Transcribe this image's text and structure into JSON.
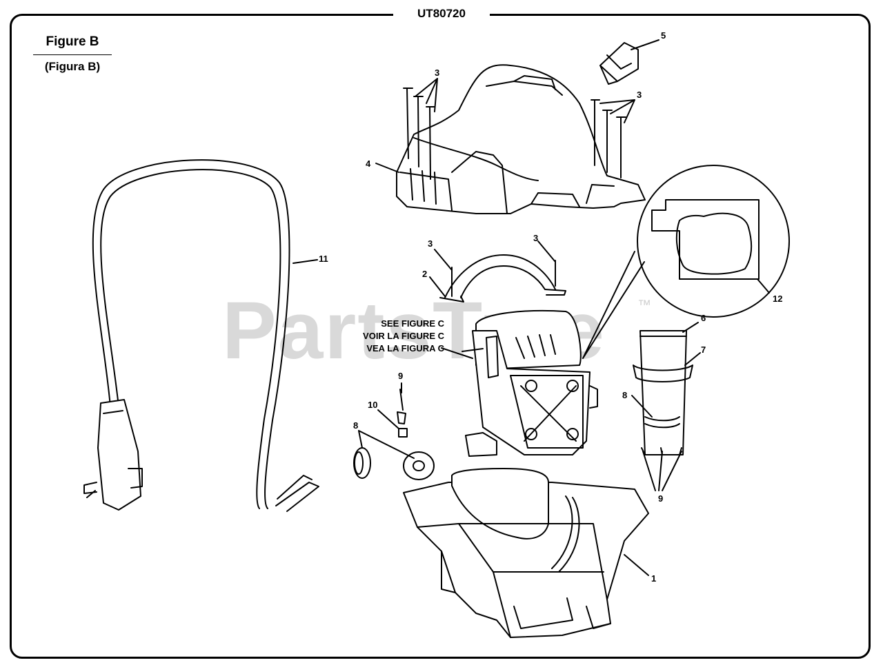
{
  "header": {
    "title": "UT80720"
  },
  "figure": {
    "title": "Figure B",
    "subtitle": "(Figura B)"
  },
  "watermark": {
    "text": "PartsTree",
    "mark": "™"
  },
  "note": {
    "line1": "SEE FIGURE C",
    "line2": "VOIR LA FIGURE C",
    "line3": "VEA LA FIGURA C"
  },
  "callouts": {
    "c1": "1",
    "c2": "2",
    "c3a": "3",
    "c3b": "3",
    "c3c": "3",
    "c3d": "3",
    "c4": "4",
    "c5": "5",
    "c6": "6",
    "c7": "7",
    "c8a": "8",
    "c8b": "8",
    "c9a": "9",
    "c9b": "9",
    "c10": "10",
    "c11": "11",
    "c12": "12"
  }
}
